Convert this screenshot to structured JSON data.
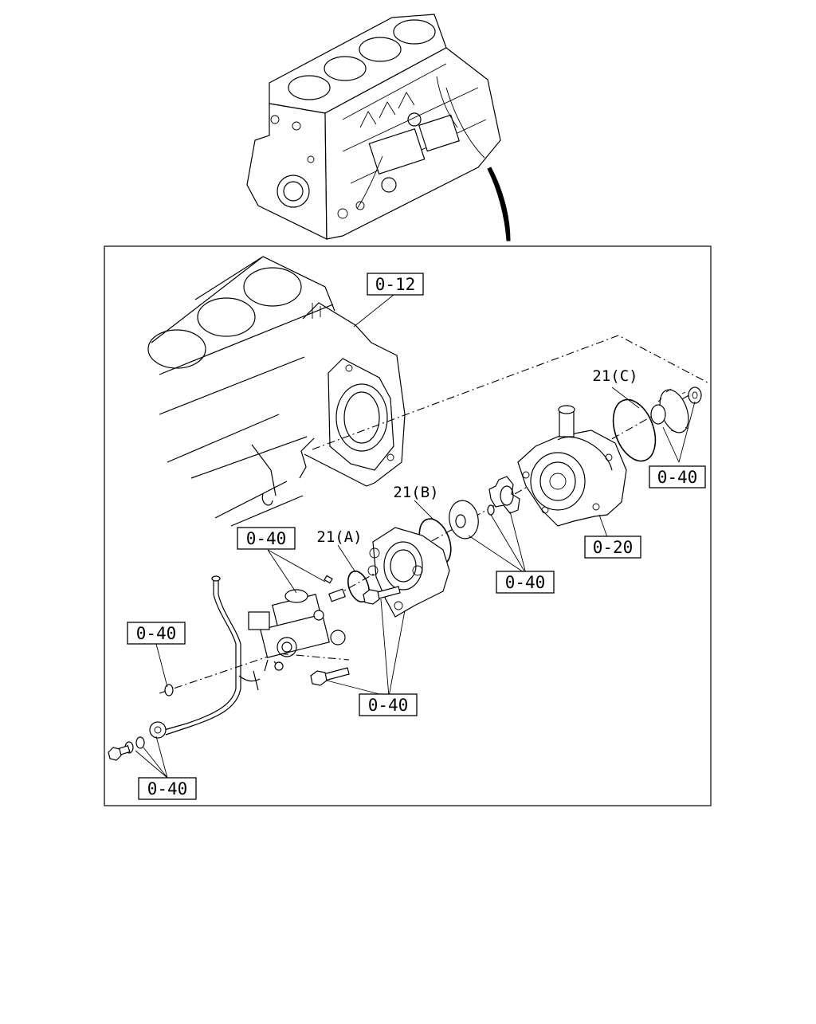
{
  "labels": {
    "block_ref": "0-12",
    "pump_bracket": "0-20",
    "seal_c": "21(C)",
    "seal_b": "21(B)",
    "seal_a": "21(A)",
    "gear_parts": "0-40",
    "coupling_parts": "0-40",
    "injection_pump_parts": "0-40",
    "pipe_gasket": "0-40",
    "mounting_bolts": "0-40",
    "banjo_bolt_parts": "0-40"
  }
}
